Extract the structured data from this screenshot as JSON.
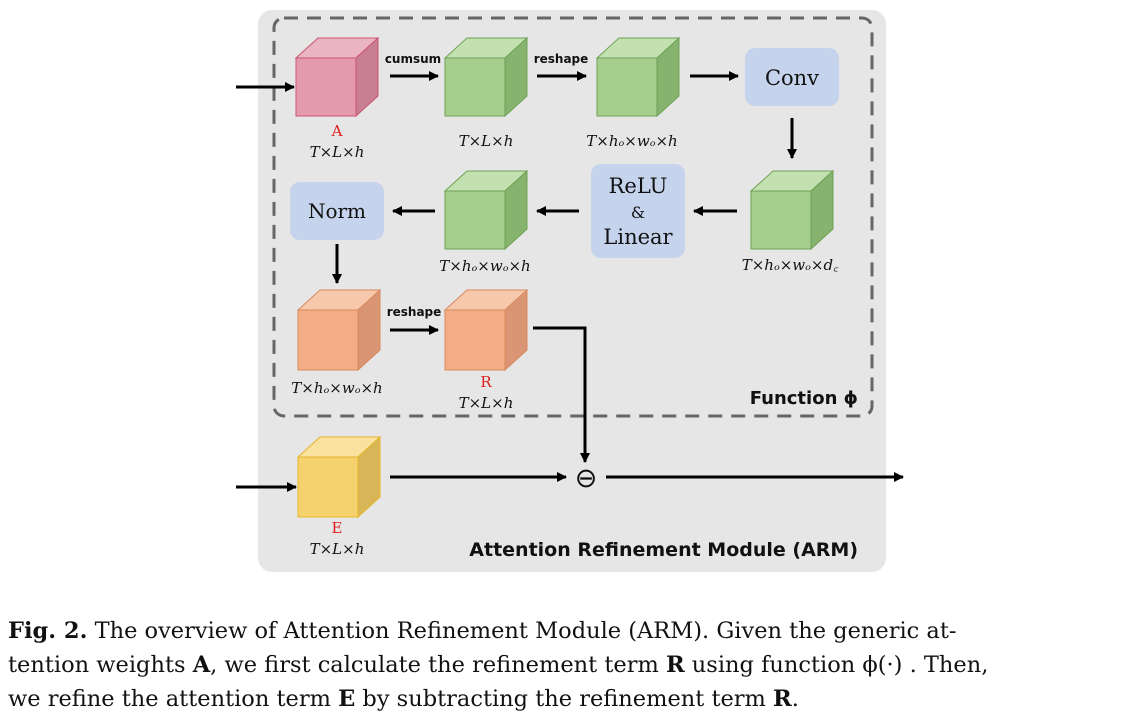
{
  "diagram": {
    "module_title": "Attention Refinement Module (ARM)",
    "function_label": "Function ϕ",
    "ops": {
      "cumsum": "cumsum",
      "reshape1": "reshape",
      "reshape2": "reshape",
      "conv": "Conv",
      "relu_line1": "ReLU",
      "relu_line2": "&",
      "relu_line3": "Linear",
      "norm": "Norm",
      "subtract": "⊖"
    },
    "tensors": {
      "A": {
        "letter": "A",
        "dims": "T×L×h"
      },
      "cumsum_out": {
        "dims": "T×L×h"
      },
      "reshape_out": {
        "dims": "T×hₒ×wₒ×h"
      },
      "conv_out": {
        "dims": "T×hₒ×wₒ×d꜀"
      },
      "linear_out": {
        "dims": "T×hₒ×wₒ×h"
      },
      "norm_out": {
        "dims": "T×hₒ×wₒ×h"
      },
      "R": {
        "letter": "R",
        "dims": "T×L×h"
      },
      "E": {
        "letter": "E",
        "dims": "T×L×h"
      }
    },
    "colors": {
      "panel": "#e6e6e6",
      "dashed": "#666666",
      "op_box": "#c5d4ec",
      "red_cube": "#e39aac",
      "green_cube": "#a6cf8e",
      "orange_cube": "#f2ad86",
      "yellow_cube": "#f6d26e",
      "letter_red": "#e02020"
    }
  },
  "caption": {
    "fig_label": "Fig. 2.",
    "line1": " The overview of Attention Refinement Module (ARM). Given the generic at-",
    "line2a": "tention weights ",
    "line2b": "A",
    "line2c": ", we first calculate the refinement term ",
    "line2d": "R",
    "line2e": " using function ϕ(·) . Then,",
    "line3a": "we refine the attention term ",
    "line3b": "E",
    "line3c": " by subtracting the refinement term ",
    "line3d": "R",
    "line3e": "."
  }
}
